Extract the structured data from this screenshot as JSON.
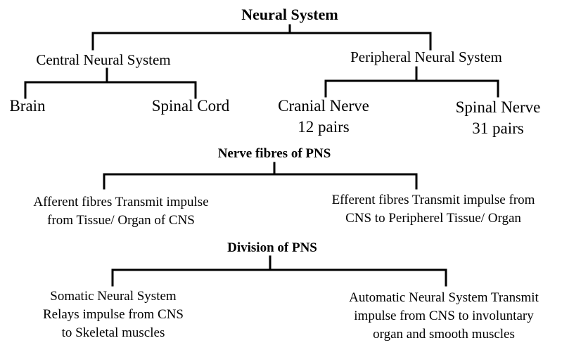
{
  "diagram": {
    "title": "Neural System",
    "top_branches": {
      "central": "Central Neural System",
      "peripheral": "Peripheral Neural System"
    },
    "central_children": {
      "brain": "Brain",
      "spinal_cord": "Spinal Cord"
    },
    "peripheral_children": {
      "cranial_nerve": {
        "name": "Cranial Nerve",
        "pairs": "12 pairs"
      },
      "spinal_nerve": {
        "name": "Spinal Nerve",
        "pairs": "31 pairs"
      }
    },
    "nerve_fibres": {
      "heading": "Nerve fibres of PNS",
      "afferent": [
        "Afferent fibres Transmit impulse",
        "from Tissue/ Organ of CNS"
      ],
      "efferent": [
        "Efferent fibres Transmit impulse from",
        "CNS to Peripherel Tissue/ Organ"
      ]
    },
    "division": {
      "heading": "Division of PNS",
      "somatic": [
        "Somatic Neural System",
        "Relays impulse from CNS",
        "to Skeletal muscles"
      ],
      "automatic": [
        "Automatic Neural System Transmit",
        "impulse from CNS to involuntary",
        "organ and smooth muscles"
      ]
    }
  }
}
